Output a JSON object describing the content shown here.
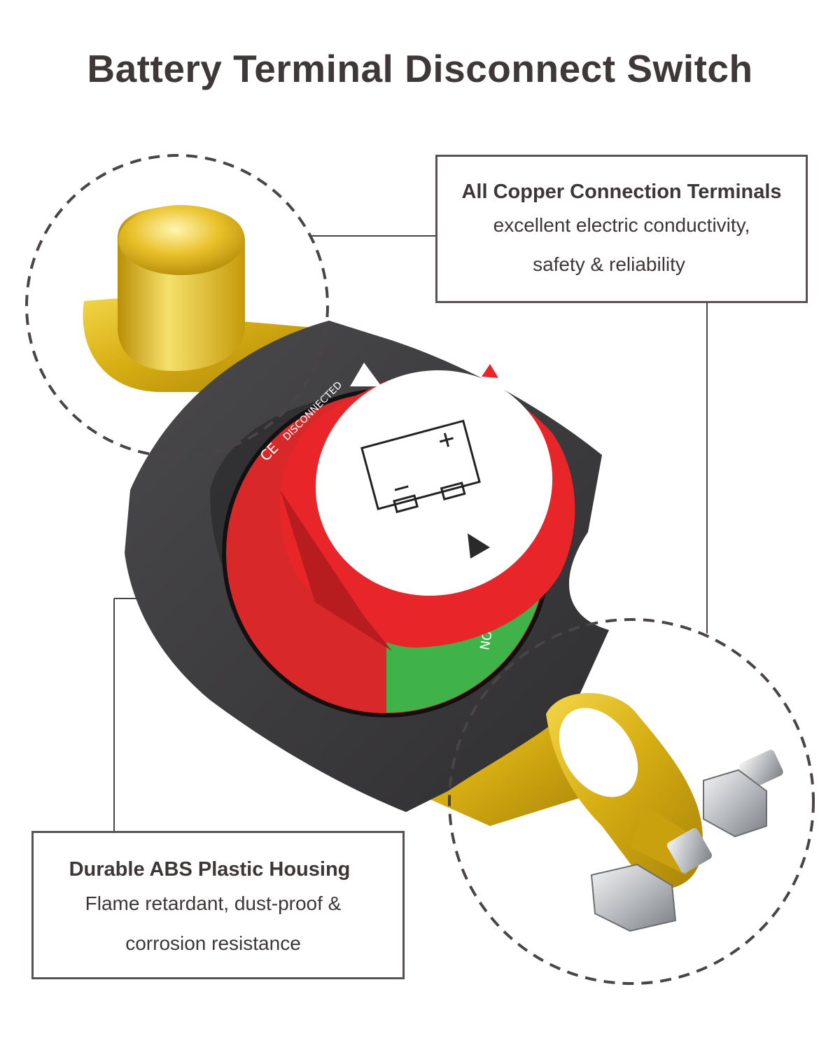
{
  "title": "Battery Terminal Disconnect Switch",
  "callouts": {
    "copper": {
      "heading": "All Copper Connection Terminals",
      "line1": "excellent electric conductivity,",
      "line2": "safety & reliability"
    },
    "housing": {
      "heading": "Durable ABS Plastic Housing",
      "line1": "Flame retardant, dust-proof &",
      "line2": "corrosion resistance"
    }
  },
  "product_markings": {
    "on_label": "ON",
    "disconnected_label": "DISCONNECTED",
    "ce_mark": "CE"
  },
  "colors": {
    "knob_red": "#e8262a",
    "off_red": "#d8282a",
    "on_green": "#3fb24a",
    "housing_gray": "#3c3b3d",
    "brass": "#d9b21c",
    "border": "#5a5252"
  }
}
